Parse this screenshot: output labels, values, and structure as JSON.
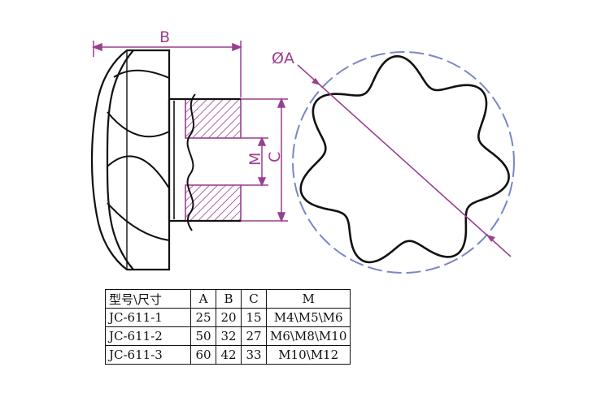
{
  "drawing": {
    "labels": {
      "A": "ØA",
      "B": "B",
      "C": "C",
      "M": "M"
    },
    "colors": {
      "dimension": "#9a3f8e",
      "outline": "#111111",
      "circle": "#7a86c8"
    }
  },
  "table": {
    "headers": [
      "型号\\尺寸",
      "A",
      "B",
      "C",
      "M"
    ],
    "rows": [
      [
        "JC-611-1",
        "25",
        "20",
        "15",
        "M4\\M5\\M6"
      ],
      [
        "JC-611-2",
        "50",
        "32",
        "27",
        "M6\\M8\\M10"
      ],
      [
        "JC-611-3",
        "60",
        "42",
        "33",
        "M10\\M12"
      ]
    ]
  }
}
